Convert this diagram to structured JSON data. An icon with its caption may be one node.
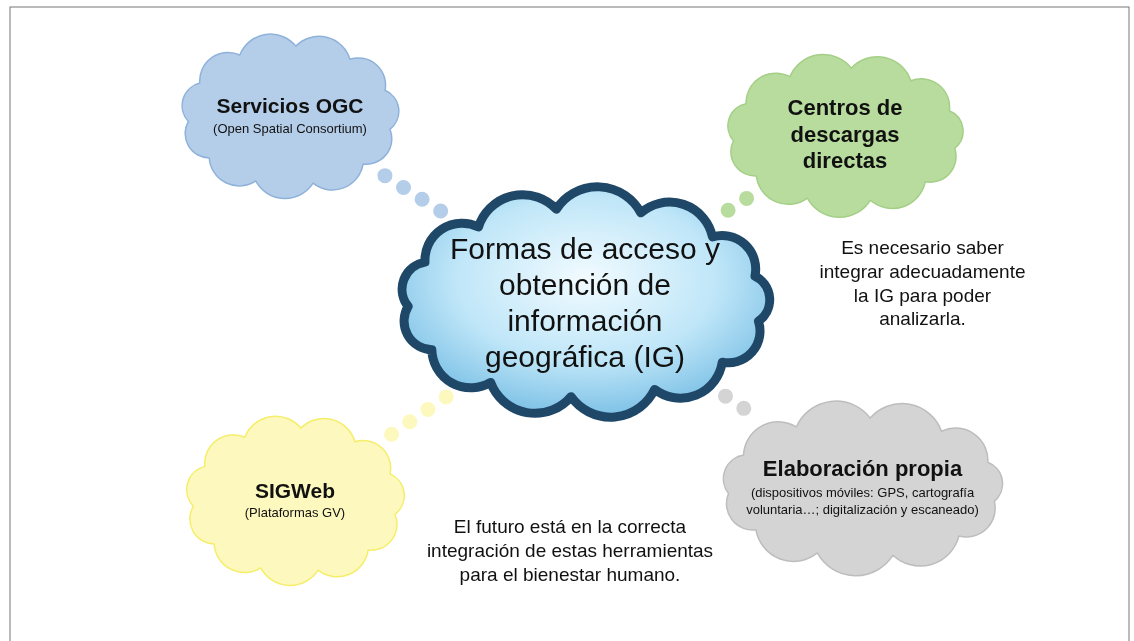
{
  "diagram": {
    "nodes": [
      {
        "text": [
          "Formas de acceso y obtención de información geográfica (IG)"
        ]
      },
      {
        "text": [
          "Servicios OGC",
          "(Open Spatial Consortium)"
        ]
      },
      {
        "text": [
          "Centros de descargas directas"
        ]
      },
      {
        "text": [
          "SIGWeb",
          "(Plataformas GV)"
        ]
      },
      {
        "text": [
          "Elaboración propia",
          "(dispositivos móviles: GPS, cartografía voluntaria…; digitalización y escaneado)"
        ]
      }
    ],
    "edges": [
      {
        "from": 0,
        "to": 1,
        "arrow": "none"
      },
      {
        "from": 0,
        "to": 2,
        "arrow": "none"
      },
      {
        "from": 0,
        "to": 3,
        "arrow": "none"
      },
      {
        "from": 0,
        "to": 4,
        "arrow": "none"
      }
    ],
    "labels": [
      "Es necesario saber integrar adecuadamente la IG para poder analizarla.",
      "El futuro está en la correcta integración de estas herramientas para el bienestar humano."
    ]
  }
}
